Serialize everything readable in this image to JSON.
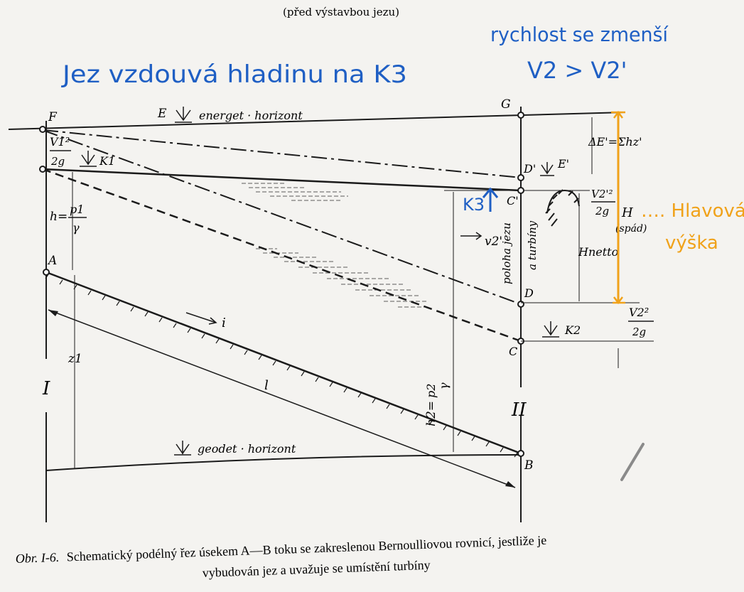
{
  "header": {
    "subtitle": "(před výstavbou jezu)"
  },
  "annotations": {
    "weir_note": "Jez vzdouvá hladinu na K3",
    "velocity_note": "rychlost se zmenší",
    "velocity_relation": "V2 > V2'",
    "height_note_1": "…. Hlavová",
    "height_note_2": "výška",
    "k3_label": "K3"
  },
  "labels": {
    "F": "F",
    "G": "G",
    "A": "A",
    "B": "B",
    "C": "C",
    "D": "D",
    "Dp": "D'",
    "Cp": "C'",
    "E": "E",
    "Ep": "E'",
    "energy_horizon": "energet · horizont",
    "geodetic_horizon": "geodet · horizont",
    "K1": "K1",
    "K2": "K2",
    "v1sq": "V1²",
    "twog": "2g",
    "h": "h=",
    "p1": "p1",
    "gamma": "γ",
    "z1": "z1",
    "i": "i",
    "l": "l",
    "h2": "h2=",
    "p2": "p2",
    "v2p": "v2'",
    "v2sq": "V2²",
    "v2psq": "V2'²",
    "dE": "ΔE'=Σhz'",
    "H": "H",
    "spad": "(spád)",
    "Hnetto": "Hnetto",
    "poloha": "poloha jezu",
    "turbiny": "a turbíny",
    "sec1": "I",
    "sec2": "II"
  },
  "caption": {
    "prefix": "Obr. I-6.",
    "line1": "Schematický podélný řez úsekem A—B toku se zakreslenou Bernoulliovou rovnicí, jestliže je",
    "line2": "vybudován jez a uvažuje se umístění turbíny"
  },
  "colors": {
    "ink": "#1b1b1b",
    "annotation_blue": "#1f5fc4",
    "annotation_orange": "#f0a21a",
    "paper": "#f4f3f0"
  }
}
